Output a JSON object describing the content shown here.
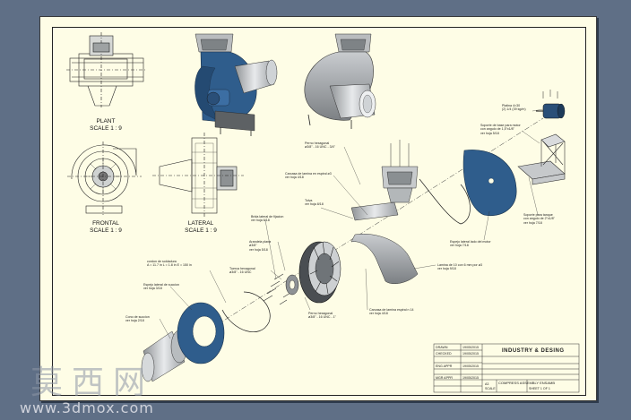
{
  "views": {
    "plant_title": "PLANT",
    "plant_scale": "SCALE 1 : 9",
    "frontal_title": "FRONTAL",
    "frontal_scale": "SCALE 1 : 9",
    "lateral_title": "LATERAL",
    "lateral_scale": "SCALE 1 : 9"
  },
  "annotations": [
    {
      "id": "a1",
      "line1": "Platina 4×30",
      "line2": "(2) 1/4 (39 kg/m)"
    },
    {
      "id": "a2",
      "line1": "Soporte de base para motor",
      "line2": "con angulo de 1,5\"x1/8\"",
      "line3": "ver hoja 5/18"
    },
    {
      "id": "a3",
      "line1": "Soporte para tanque",
      "line2": "con angulo de 2\"x1/8\"",
      "line3": "ver hoja 7/18"
    },
    {
      "id": "a4",
      "line1": "Espejo lateral lado del motor",
      "line2": "ver hoja 7/18"
    },
    {
      "id": "a5",
      "line1": "Lamina de 10 con 6 mm por ø3",
      "line2": "ver hoja 9/18"
    },
    {
      "id": "a6",
      "line1": "Carcasa de lamina espiral n 14",
      "line2": "ver hoja 4/18"
    },
    {
      "id": "a7",
      "line1": "Perno hexagonal",
      "line2": "ø3/8\" - 16 UNC - 1\""
    },
    {
      "id": "a8",
      "line1": "Tuerca hexagonal",
      "line2": "ø3/8\" - 16 UNC"
    },
    {
      "id": "a9",
      "line1": "Arandela plana",
      "line2": "ø3/8\"",
      "line3": "ver hoja 5/18"
    },
    {
      "id": "a10",
      "line1": "Brida lateral de fijacion",
      "line2": "ver hoja 6/18"
    },
    {
      "id": "a11",
      "line1": "Cono de succion",
      "line2": "ver hoja 2/18"
    },
    {
      "id": "a12",
      "line1": "Espejo lateral de succion",
      "line2": "ver hoja 3/18"
    },
    {
      "id": "a13",
      "line1": "cordon de soldadura",
      "line2": "A = 11.7 in  L = 1.8 in  E = 150 in"
    },
    {
      "id": "a14",
      "line1": "Carcasa de lamina en espiral ø3",
      "line2": "ver hoja 4/18"
    },
    {
      "id": "a15",
      "line1": "Perno hexagonal",
      "line2": "ø3/8\" - 16 UNC - 3/4\""
    },
    {
      "id": "a16",
      "line1": "Tolva",
      "line2": "ver hoja 8/18"
    }
  ],
  "title_block": {
    "company": "INDUSTRY & DESING",
    "drawing_name": "COMPRESS ASSEMBLY ENSAMB",
    "sheet": "SHEET 1 OF 1",
    "size": "A3",
    "scale_label": "SCALE",
    "rows": [
      "DRAWN",
      "CHECKED",
      "ENG APPR",
      "MGR APPR"
    ],
    "dates": [
      "19/05/2015",
      "19/05/2015",
      "19/05/2015",
      "19/05/2015"
    ]
  },
  "watermark": {
    "chinese": "莫西网",
    "url": "www.3dmox.com"
  },
  "colors": {
    "background": "#5f6f86",
    "paper": "#fefde6",
    "housing_blue": "#2f5d8c",
    "line": "#111111"
  }
}
